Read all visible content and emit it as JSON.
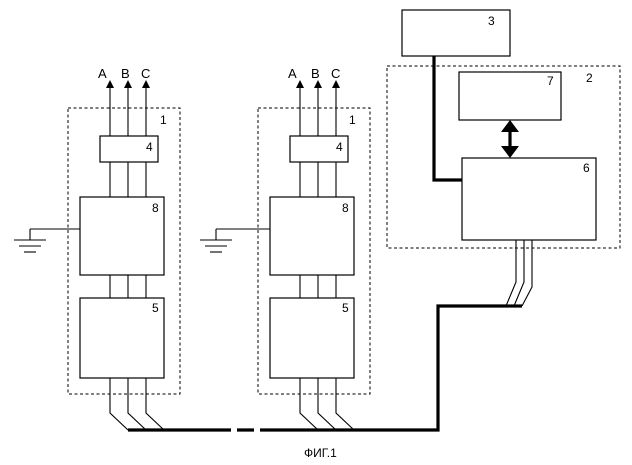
{
  "modules": [
    {
      "group_label": "1",
      "switch_label": "4",
      "block_mid_label": "8",
      "block_low_label": "5",
      "phases": [
        "A",
        "B",
        "C"
      ]
    },
    {
      "group_label": "1",
      "switch_label": "4",
      "block_mid_label": "8",
      "block_low_label": "5",
      "phases": [
        "A",
        "B",
        "C"
      ]
    }
  ],
  "controller": {
    "top_label": "3",
    "group_label": "2",
    "block7_label": "7",
    "block6_label": "6"
  },
  "caption": "ФИГ.1"
}
